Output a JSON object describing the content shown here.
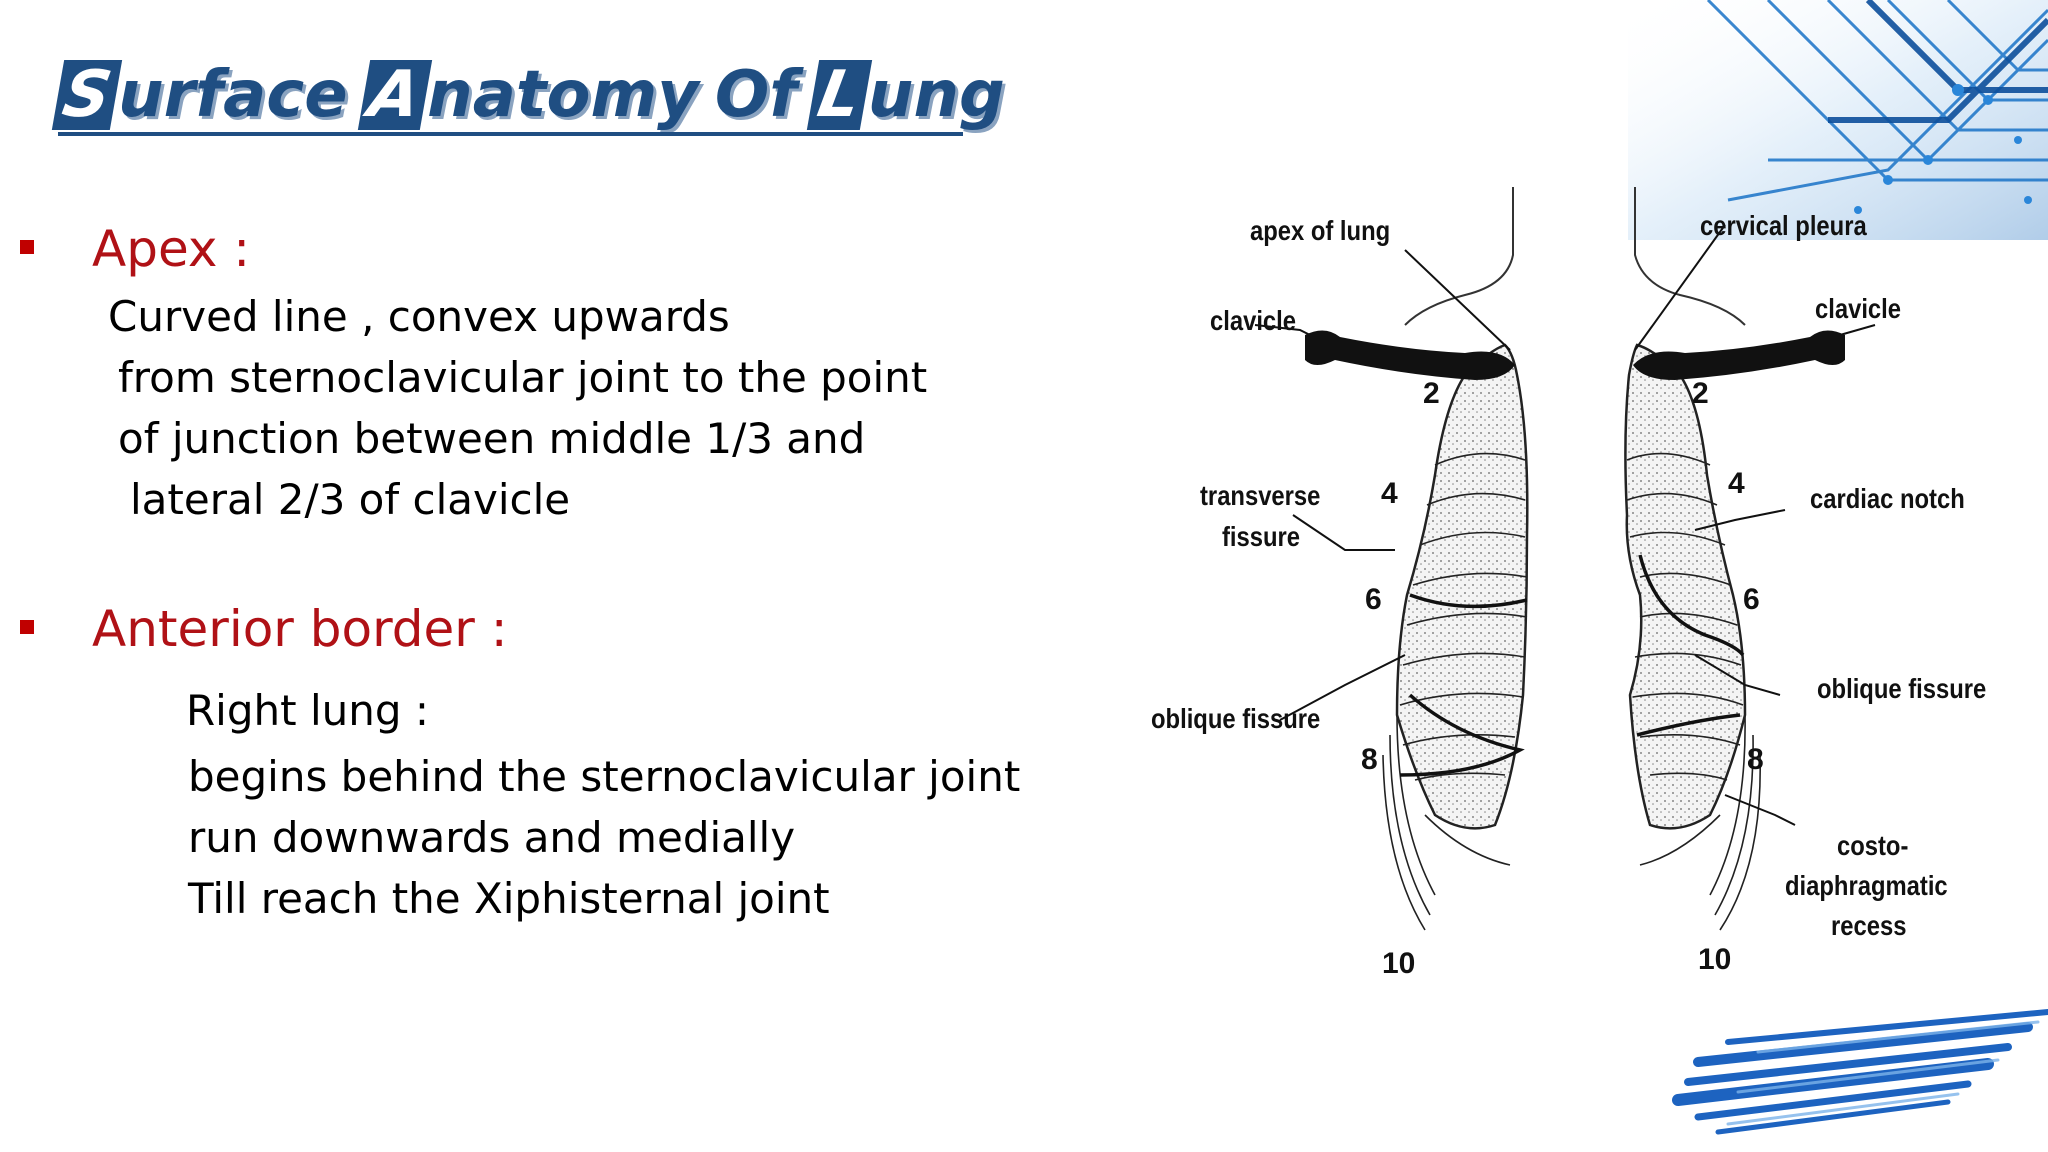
{
  "title": {
    "words": [
      {
        "cap": "S",
        "rest": "urface"
      },
      {
        "cap": "A",
        "rest": "natomy"
      },
      {
        "cap": "",
        "rest": "Of"
      },
      {
        "cap": "L",
        "rest": "ung"
      }
    ]
  },
  "sections": {
    "apex": {
      "heading": "Apex :",
      "lines": [
        "Curved line , convex upwards",
        "from sternoclavicular joint to the point",
        "of junction between middle 1/3 and",
        "lateral 2/3 of clavicle"
      ]
    },
    "anterior": {
      "heading": "Anterior border :",
      "lines": [
        "Right lung :",
        "begins behind the sternoclavicular joint",
        "run downwards and medially",
        "Till reach the Xiphisternal joint"
      ]
    }
  },
  "figure": {
    "labels": {
      "apex_of_lung": "apex of lung",
      "cervical_pleura": "cervical pleura",
      "clavicle_left": "clavicle",
      "clavicle_right": "clavicle",
      "transverse": "transverse",
      "fissure": "fissure",
      "cardiac_notch": "cardiac notch",
      "oblique_fissure_left": "oblique fissure",
      "oblique_fissure_right": "oblique fissure",
      "costo": "costo-",
      "diaphragmatic": "diaphragmatic",
      "recess": "recess"
    },
    "rib_numbers": {
      "l2": "2",
      "l4": "4",
      "l6": "6",
      "l8": "8",
      "l10": "10",
      "r2": "2",
      "r4": "4",
      "r6": "6",
      "r8": "8",
      "r10": "10"
    }
  },
  "colors": {
    "title": "#1f4e82",
    "heading": "#b01116",
    "bullet": "#c00000",
    "body": "#000000"
  }
}
